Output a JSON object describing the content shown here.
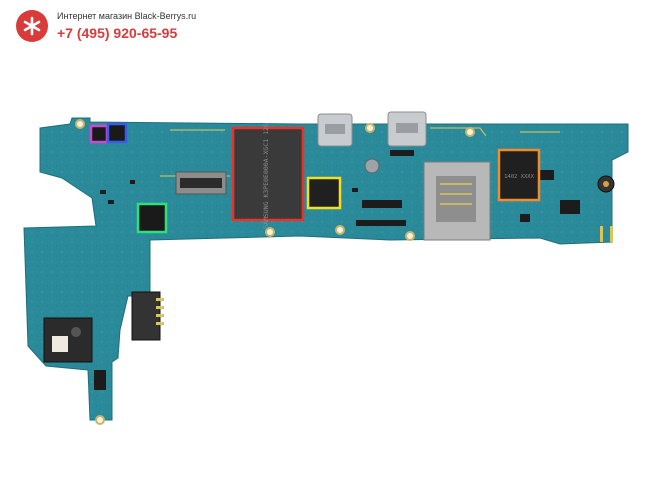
{
  "header": {
    "shop_name": "Интернет магазин Black-Berrys.ru",
    "phone": "+7 (495) 920-65-95"
  },
  "logo": {
    "icon": "asterisk-logo-icon"
  },
  "board": {
    "icon": "circuit-board-image",
    "chip_markings": {
      "red": "SAMSUNG K3PE0E000A-XGC1 126",
      "orange": "1402 XXXX"
    }
  },
  "colors": {
    "brand": "#d93a3a",
    "board": "#2a8a9a",
    "red_box": "#e8322a",
    "yellow_box": "#f2e01e",
    "orange_box": "#f58a2a",
    "green_box": "#2fe07a",
    "purple_box": "#c84ad0",
    "blue_box": "#3a5ae8"
  }
}
